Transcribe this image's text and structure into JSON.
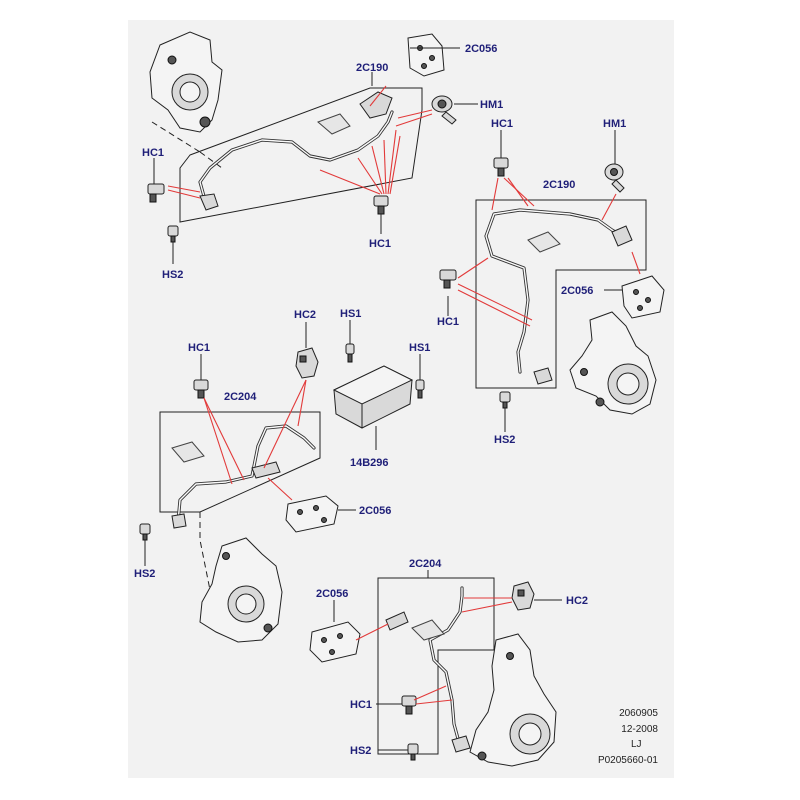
{
  "labels": {
    "top_2c056": "2C056",
    "top_2c190": "2C190",
    "top_hm1": "HM1",
    "top_hc1_left": "HC1",
    "top_hc1_bottom": "HC1",
    "top_hs2": "HS2",
    "right_hc1_top": "HC1",
    "right_hm1": "HM1",
    "right_2c190": "2C190",
    "right_2c056": "2C056",
    "right_hc1_left": "HC1",
    "right_hs2": "HS2",
    "mid_hc2": "HC2",
    "mid_hs1_a": "HS1",
    "mid_hs1_b": "HS1",
    "mid_hc1": "HC1",
    "mid_2c204": "2C204",
    "mid_14b296": "14B296",
    "mid_2c056": "2C056",
    "mid_hs2": "HS2",
    "bot_2c204": "2C204",
    "bot_2c056": "2C056",
    "bot_hc2": "HC2",
    "bot_hc1": "HC1",
    "bot_hs2": "HS2"
  },
  "info_block": [
    "2060905",
    "12-2008",
    "LJ",
    "P0205660-01"
  ],
  "colors": {
    "panel": "#f2f2f2",
    "callout_text": "#1f1f78",
    "leader_lines": "#e23a3a"
  }
}
